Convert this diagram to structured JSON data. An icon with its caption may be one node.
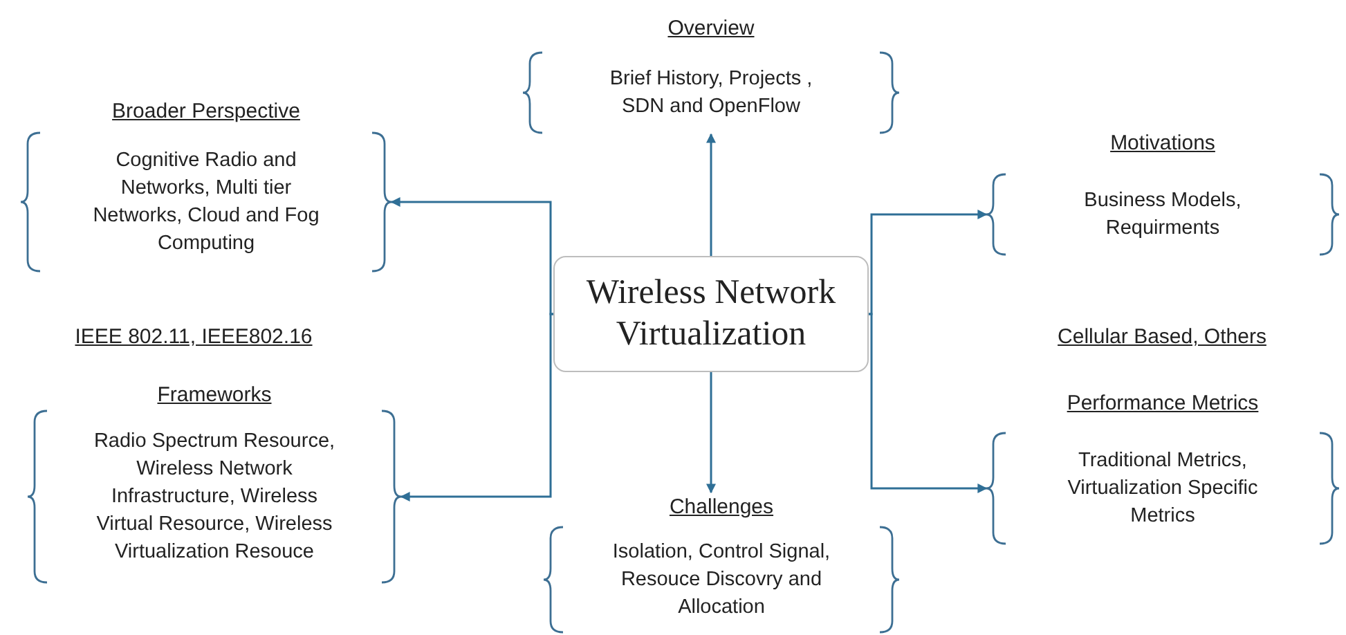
{
  "diagram": {
    "nodes": [
      {
        "text": [
          "Overview",
          "Brief History, Projects , SDN and OpenFlow"
        ]
      },
      {
        "text": [
          "Broader Perspective",
          "Cognitive Radio and Networks, Multi tier Networks, Cloud and Fog Computing"
        ]
      },
      {
        "text": [
          "Motivations",
          "Business Models, Requirments"
        ]
      },
      {
        "text": [
          "Wireless Network Virtualization"
        ]
      },
      {
        "text": [
          "Frameworks",
          "Radio Spectrum Resource, Wireless Network Infrastructure, Wireless Virtual Resource, Wireless Virtualization Resouce"
        ]
      },
      {
        "text": [
          "Performance Metrics",
          "Traditional Metrics, Virtualization Specific Metrics"
        ]
      },
      {
        "text": [
          "Challenges",
          "Isolation, Control Signal, Resouce Discovry and Allocation"
        ]
      }
    ],
    "edges": [
      {
        "from": 3,
        "to": 0,
        "arrow": "to"
      },
      {
        "from": 3,
        "to": 1,
        "arrow": "to"
      },
      {
        "from": 3,
        "to": 4,
        "arrow": "to"
      },
      {
        "from": 3,
        "to": 2,
        "arrow": "to"
      },
      {
        "from": 3,
        "to": 5,
        "arrow": "to"
      },
      {
        "from": 3,
        "to": 6,
        "arrow": "to"
      }
    ],
    "labels": [
      "IEEE 802.11, IEEE802.16",
      "Cellular Based, Others"
    ]
  }
}
